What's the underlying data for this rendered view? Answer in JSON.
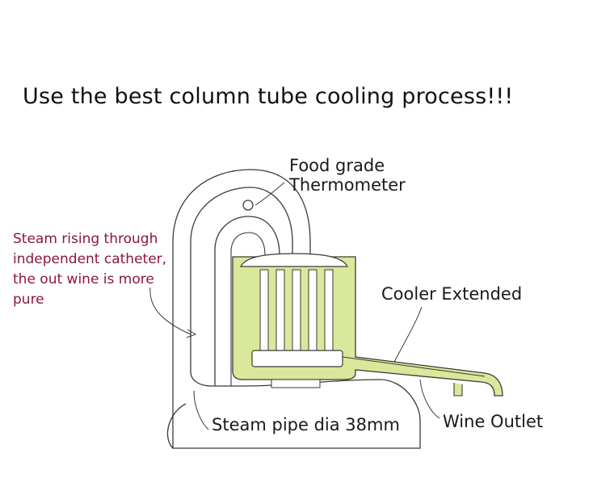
{
  "headline": "Use the best column tube cooling process!!!",
  "labels": {
    "thermometer": [
      "Food grade",
      "Thermometer"
    ],
    "steam_rising": [
      "Steam rising through",
      "independent catheter,",
      "the out wine is more",
      "pure"
    ],
    "cooler_extended": "Cooler Extended",
    "steam_pipe": "Steam pipe dia 38mm",
    "wine_outlet": "Wine Outlet"
  },
  "colors": {
    "cooler_fill": "#d9e89a",
    "outline": "#3a3a3a",
    "steam_text": "#8a1838"
  }
}
